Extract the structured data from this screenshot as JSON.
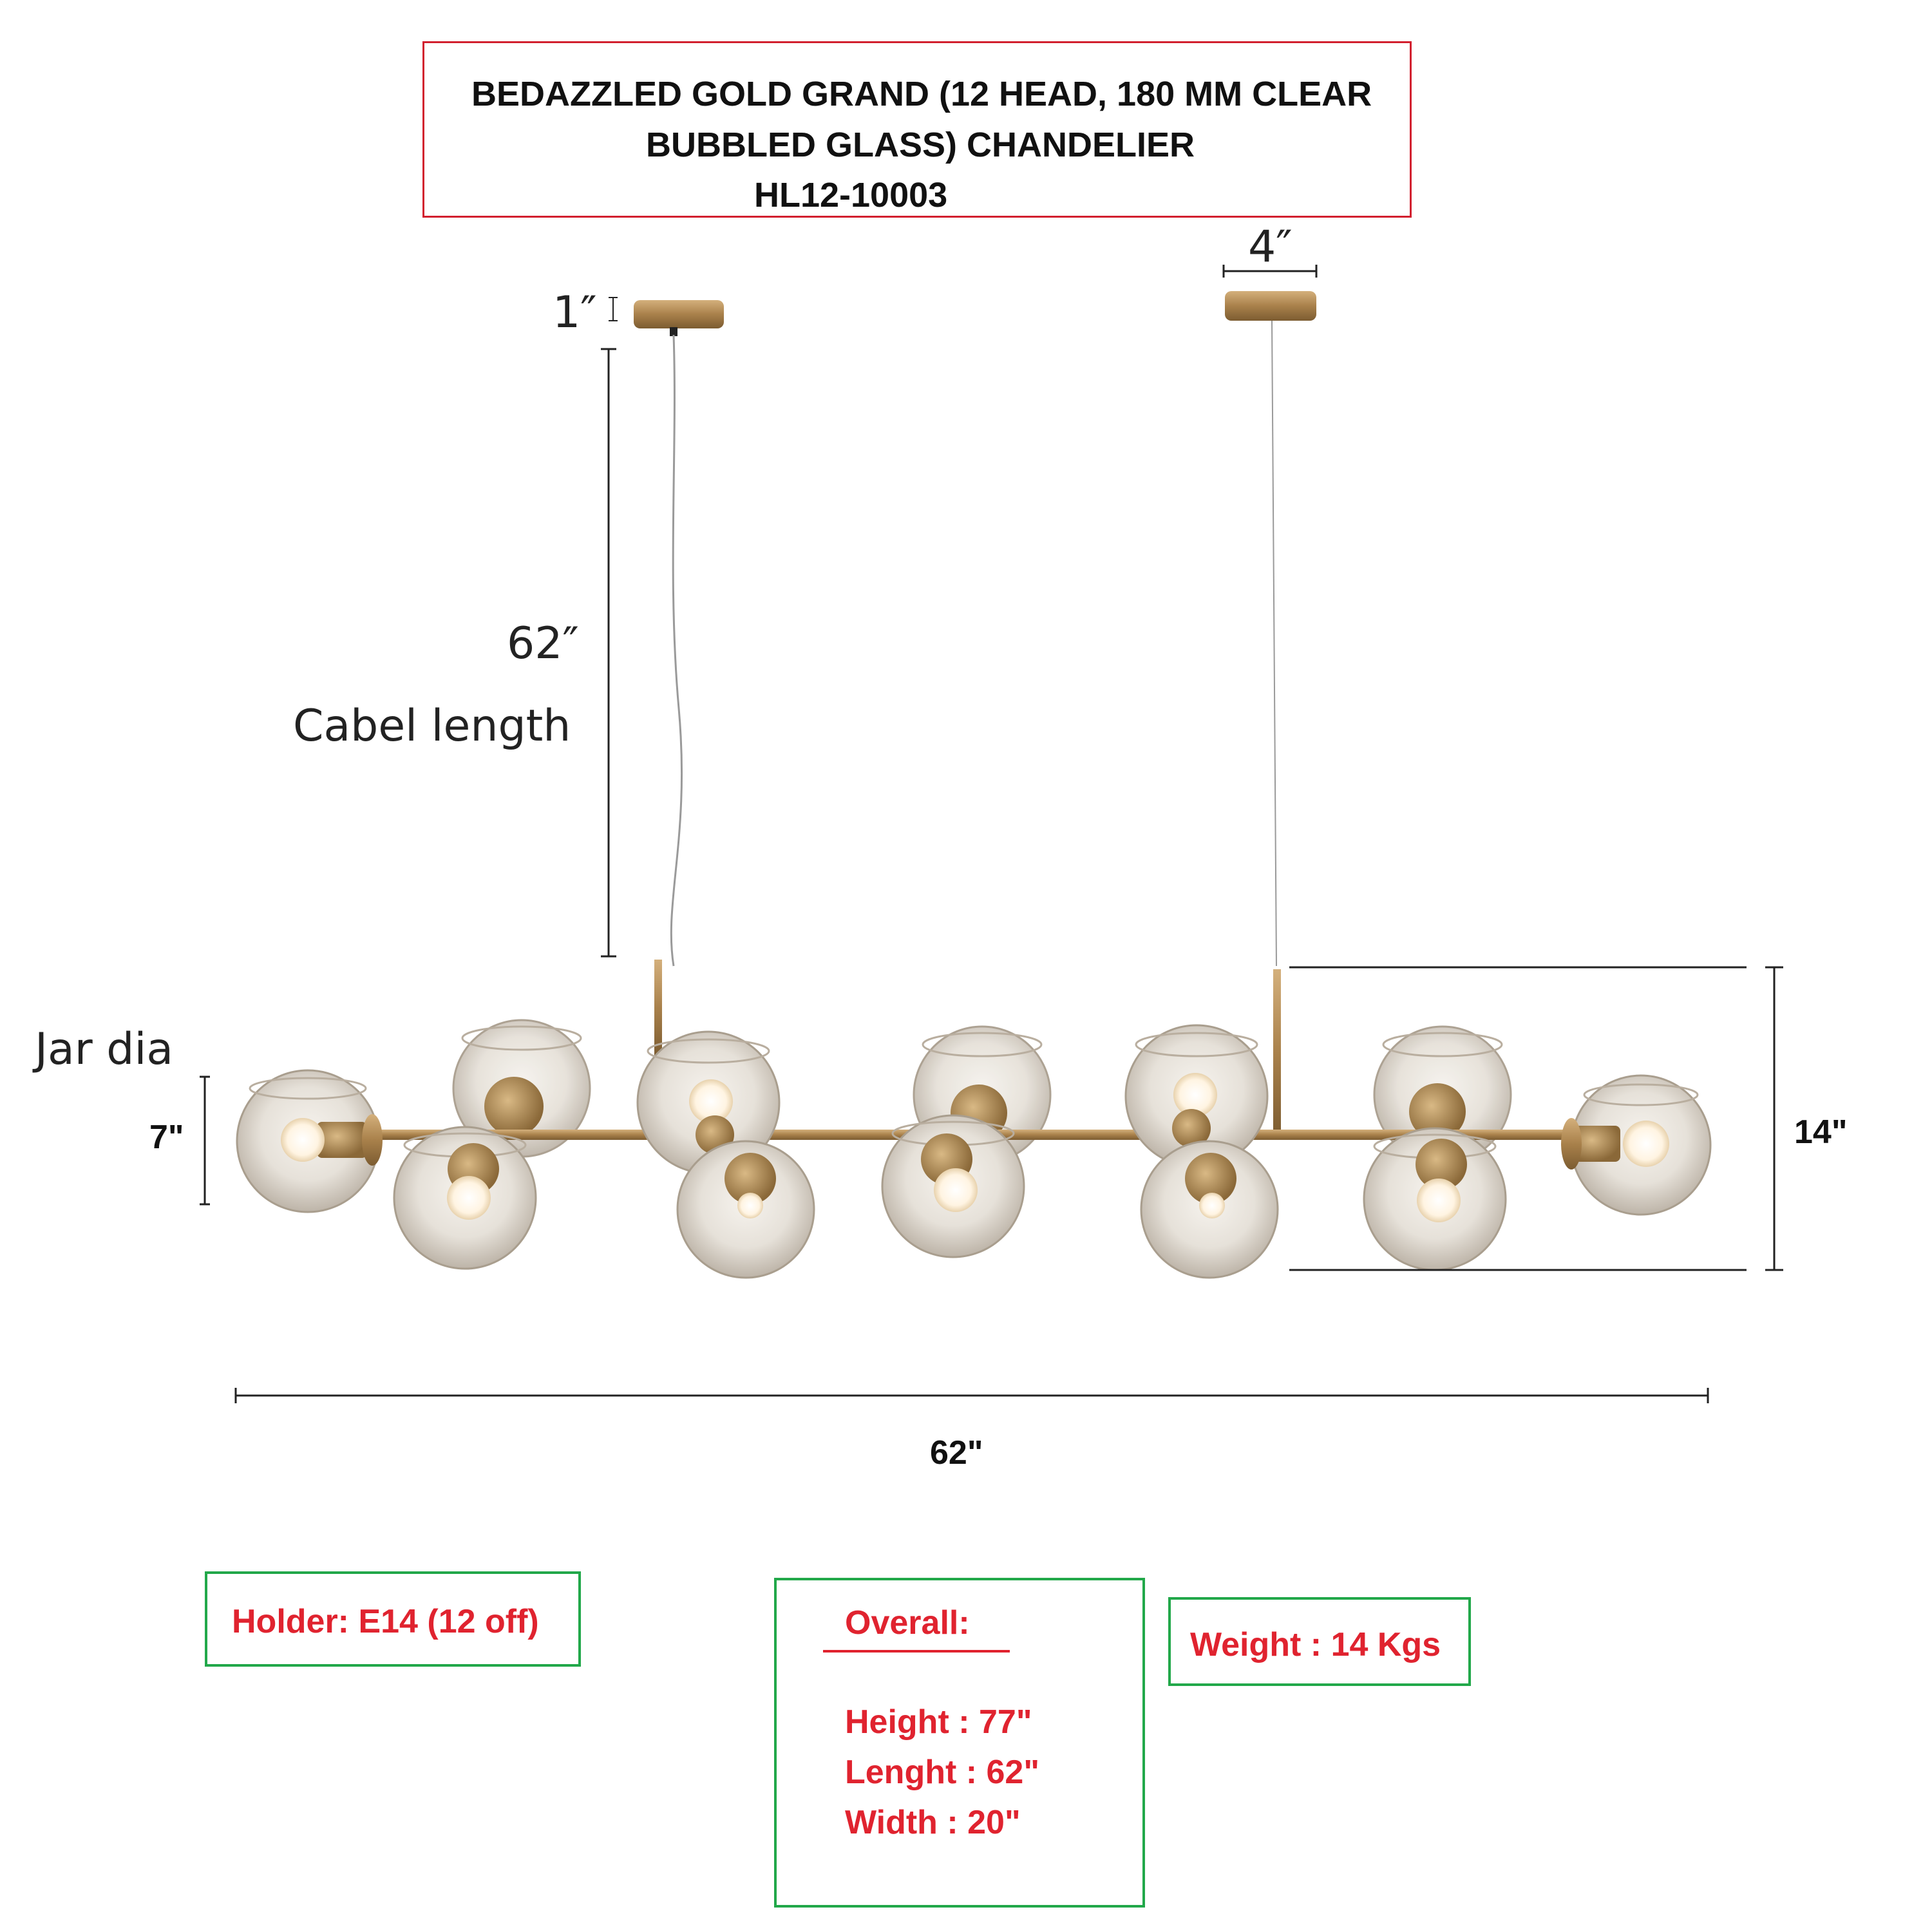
{
  "title": {
    "line1": "BEDAZZLED GOLD GRAND (12 HEAD, 180 MM CLEAR",
    "line2": "BUBBLED GLASS) CHANDELIER",
    "line3": "HL12-10003"
  },
  "dimensions": {
    "canopy_height": "1″",
    "canopy_width": "4″",
    "cable_length_value": "62″",
    "cable_length_label": "Cabel length",
    "jar_label": "Jar dia",
    "jar_value": "7\"",
    "body_height": "14\"",
    "overall_length": "62\""
  },
  "specs": {
    "holder": "Holder: E14 (12 off)",
    "overall_heading": "Overall:",
    "height": "Height : 77\"",
    "length": "Lenght : 62\"",
    "width": "Width : 20\"",
    "weight": "Weight : 14 Kgs"
  },
  "colors": {
    "title_border": "#d2202f",
    "spec_border": "#22a84a",
    "spec_text": "#e0232f",
    "brass": "#b08a55",
    "glass": "#e7e5e1"
  },
  "globe_count": 12
}
